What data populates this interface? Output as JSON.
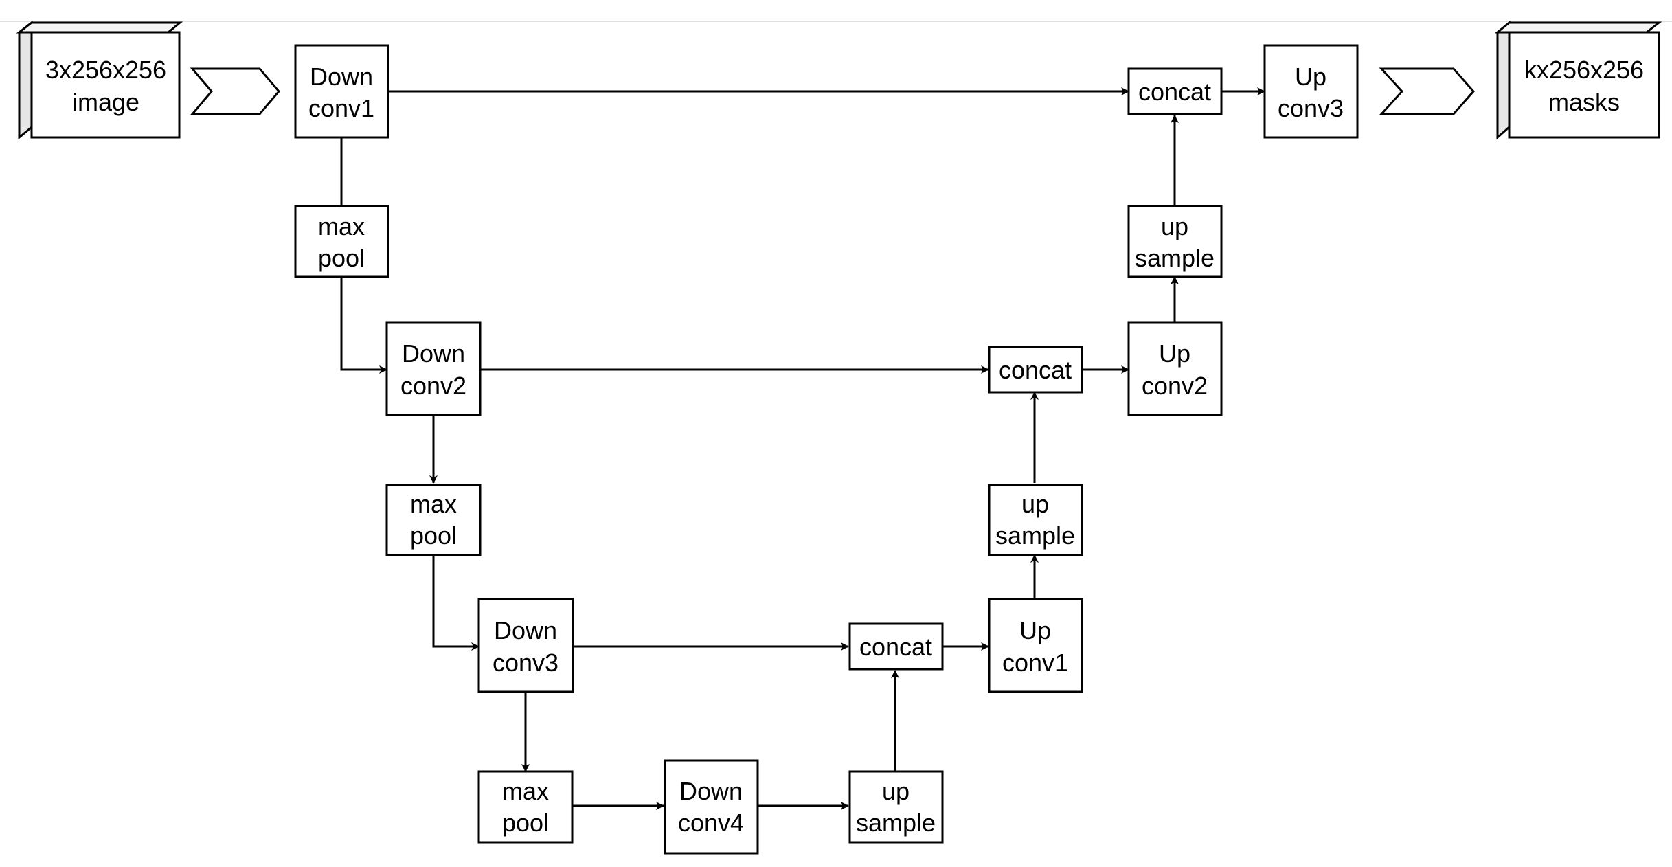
{
  "nodes": {
    "input": {
      "label": [
        "3x256x256",
        "image"
      ]
    },
    "output": {
      "label": [
        "kx256x256",
        "masks"
      ]
    },
    "downconv1": {
      "label": [
        "Down",
        "conv1"
      ]
    },
    "maxpool1": {
      "label": [
        "max",
        "pool"
      ]
    },
    "downconv2": {
      "label": [
        "Down",
        "conv2"
      ]
    },
    "maxpool2": {
      "label": [
        "max",
        "pool"
      ]
    },
    "downconv3": {
      "label": [
        "Down",
        "conv3"
      ]
    },
    "maxpool3": {
      "label": [
        "max",
        "pool"
      ]
    },
    "downconv4": {
      "label": [
        "Down",
        "conv4"
      ]
    },
    "upsample1": {
      "label": [
        "up",
        "sample"
      ]
    },
    "concat1": {
      "label": [
        "concat"
      ]
    },
    "upconv1": {
      "label": [
        "Up",
        "conv1"
      ]
    },
    "upsample2": {
      "label": [
        "up",
        "sample"
      ]
    },
    "concat2": {
      "label": [
        "concat"
      ]
    },
    "upconv2": {
      "label": [
        "Up",
        "conv2"
      ]
    },
    "upsample3": {
      "label": [
        "up",
        "sample"
      ]
    },
    "concat3": {
      "label": [
        "concat"
      ]
    },
    "upconv3": {
      "label": [
        "Up",
        "conv3"
      ]
    }
  },
  "edges": [
    {
      "from": "downconv1",
      "to": "maxpool1",
      "arrow": false
    },
    {
      "from": "maxpool1",
      "to": "downconv2",
      "arrow": true
    },
    {
      "from": "downconv2",
      "to": "maxpool2",
      "arrow": true
    },
    {
      "from": "maxpool2",
      "to": "downconv3",
      "arrow": true
    },
    {
      "from": "downconv3",
      "to": "maxpool3",
      "arrow": true
    },
    {
      "from": "maxpool3",
      "to": "downconv4",
      "arrow": true
    },
    {
      "from": "downconv4",
      "to": "upsample1",
      "arrow": true
    },
    {
      "from": "upsample1",
      "to": "concat1",
      "arrow": true
    },
    {
      "from": "downconv3",
      "to": "concat1",
      "arrow": true
    },
    {
      "from": "concat1",
      "to": "upconv1",
      "arrow": true
    },
    {
      "from": "upconv1",
      "to": "upsample2",
      "arrow": true
    },
    {
      "from": "upsample2",
      "to": "concat2",
      "arrow": true
    },
    {
      "from": "downconv2",
      "to": "concat2",
      "arrow": true
    },
    {
      "from": "concat2",
      "to": "upconv2",
      "arrow": true
    },
    {
      "from": "upconv2",
      "to": "upsample3",
      "arrow": true
    },
    {
      "from": "upsample3",
      "to": "concat3",
      "arrow": true
    },
    {
      "from": "downconv1",
      "to": "concat3",
      "arrow": true
    },
    {
      "from": "concat3",
      "to": "upconv3",
      "arrow": true
    }
  ]
}
